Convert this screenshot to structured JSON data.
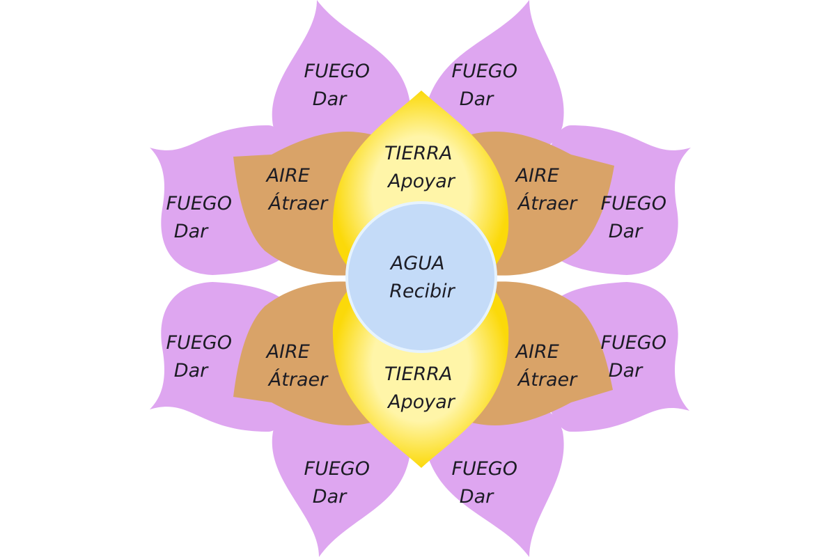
{
  "colors": {
    "background": "#ffffff",
    "fire": "#dea6f0",
    "air": "#d9a368",
    "earth": "#fbd90a",
    "earth_glow": "#fff7b0",
    "water": "#c4dbf8",
    "text": "#1c1c24"
  },
  "fire_petals": [
    {
      "element": "FUEGO",
      "action": "Dar"
    },
    {
      "element": "FUEGO",
      "action": "Dar"
    },
    {
      "element": "FUEGO",
      "action": "Dar"
    },
    {
      "element": "FUEGO",
      "action": "Dar"
    },
    {
      "element": "FUEGO",
      "action": "Dar"
    },
    {
      "element": "FUEGO",
      "action": "Dar"
    },
    {
      "element": "FUEGO",
      "action": "Dar"
    },
    {
      "element": "FUEGO",
      "action": "Dar"
    }
  ],
  "air_petals": [
    {
      "element": "AIRE",
      "action": "Átraer"
    },
    {
      "element": "AIRE",
      "action": "Átraer"
    },
    {
      "element": "AIRE",
      "action": "Átraer"
    },
    {
      "element": "AIRE",
      "action": "Átraer"
    }
  ],
  "earth_petals": [
    {
      "element": "TIERRA",
      "action": "Apoyar"
    },
    {
      "element": "TIERRA",
      "action": "Apoyar"
    }
  ],
  "center": {
    "element": "AGUA",
    "action": "Recibir"
  }
}
